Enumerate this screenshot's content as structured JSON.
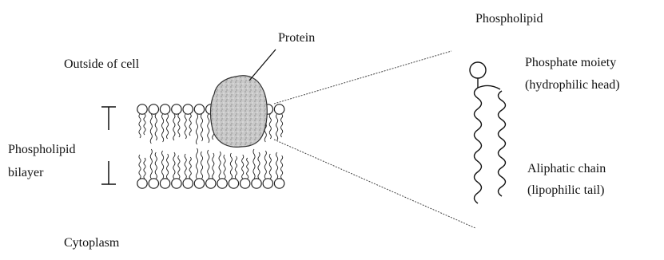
{
  "labels": {
    "outside": "Outside of cell",
    "protein": "Protein",
    "bilayer_line1": "Phospholipid",
    "bilayer_line2": "bilayer",
    "cytoplasm": "Cytoplasm",
    "phospholipid_title": "Phospholipid",
    "head_line1": "Phosphate moiety",
    "head_line2": "(hydrophilic head)",
    "tail_line1": "Aliphatic chain",
    "tail_line2": "(lipophilic tail)"
  }
}
